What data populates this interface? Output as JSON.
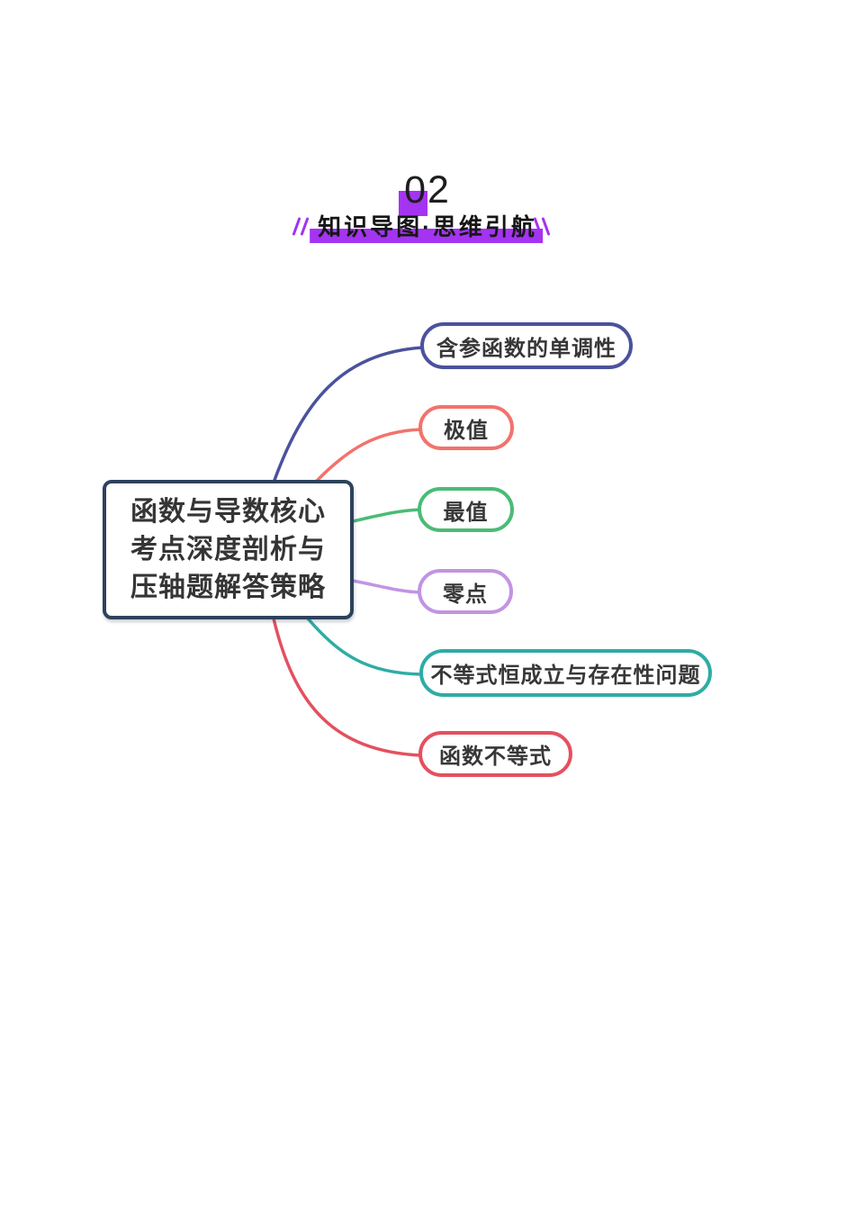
{
  "header": {
    "section_number": "02",
    "section_title": "知识导图·思维引航",
    "accent_color": "#a433f2"
  },
  "mindmap": {
    "root": {
      "line1": "函数与导数核心",
      "line2": "考点深度剖析与",
      "line3": "压轴题解答策略",
      "border_color": "#2d425c"
    },
    "branches": [
      {
        "label": "含参函数的单调性",
        "color": "#4b529c"
      },
      {
        "label": "极值",
        "color": "#f3726c"
      },
      {
        "label": "最值",
        "color": "#4bbb76"
      },
      {
        "label": "零点",
        "color": "#c194e3"
      },
      {
        "label": "不等式恒成立与存在性问题",
        "color": "#2eaca4"
      },
      {
        "label": "函数不等式",
        "color": "#e4505f"
      }
    ]
  }
}
